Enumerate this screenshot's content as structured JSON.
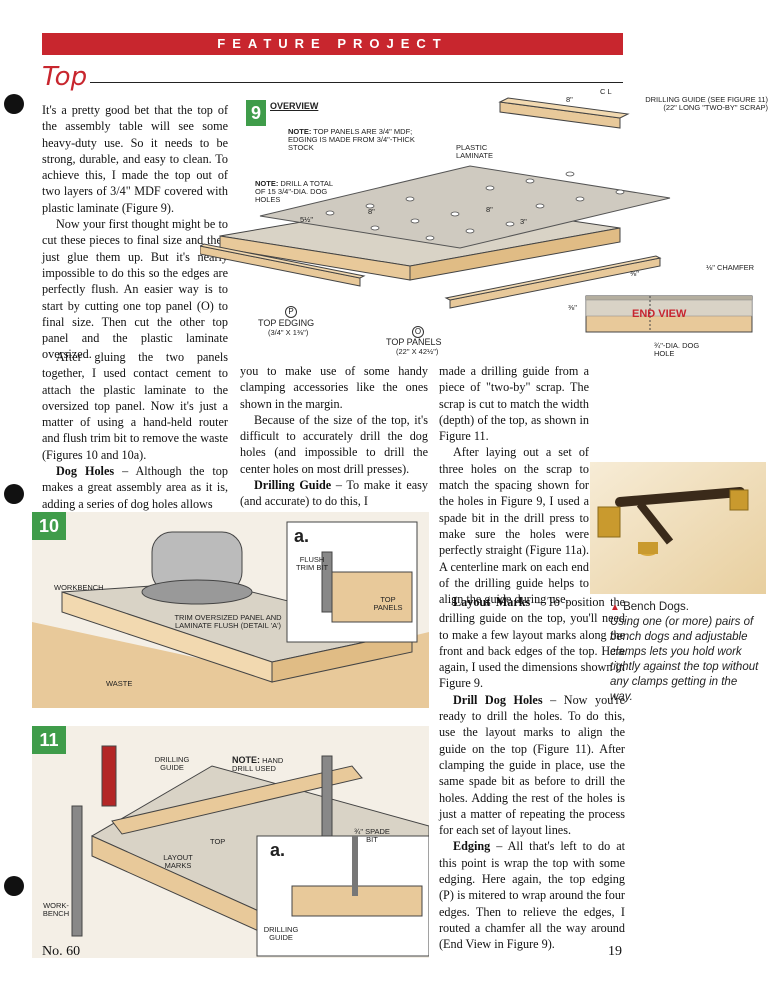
{
  "banner": "FEATURE PROJECT",
  "section_title": "Top",
  "col1": {
    "p1": "It's a pretty good bet that the top of the assembly table will see some heavy-duty use. So it needs to be strong, durable, and easy to clean. To achieve this, I made the top out of two layers of 3/4\" MDF covered with plastic laminate (Figure 9).",
    "p2": "Now your first thought might be to cut these pieces to final size and then just glue them up. But it's nearly impossible to do this so the edges are perfectly flush. An easier way is to start by cutting one top panel (O) to final size. Then cut the other top panel and the plastic laminate oversized.",
    "p3": "After gluing the two panels together, I used contact cement to attach the plastic laminate to the oversized top panel. Now it's just a matter of using a hand-held router and flush trim bit to remove the waste (Figures 10 and 10a).",
    "dog_head": "Dog Holes",
    "p4": " – Although the top makes a great assembly area as it is, adding a series of dog holes allows"
  },
  "col2": {
    "p1": "you to make use of some handy clamping accessories like the ones shown in the margin.",
    "p2": "Because of the size of the top, it's difficult to accurately drill the dog holes (and impossible to drill the center holes on most drill presses).",
    "guide_head": "Drilling Guide",
    "p3": " – To make it easy (and accurate) to do this, I"
  },
  "col3": {
    "p1": "made a drilling guide from a piece of \"two-by\" scrap. The scrap is cut to match the width (depth) of the top, as shown in Figure 11.",
    "p2": "After laying out a set of three holes on the scrap to match the spacing shown for the holes in Figure 9, I used a spade bit in the drill press to make sure the holes were perfectly straight (Figure 11a). A centerline mark on each end of the drilling guide helps to align the guide during use.",
    "layout_head": "Layout Marks",
    "p3": " – To position the drilling guide on the top, you'll need to make a few layout marks along the front and back edges of the top. Here again, I used the dimensions shown in Figure 9.",
    "drill_head": "Drill Dog Holes",
    "p4": " – Now you're ready to drill the holes. To do this, use the layout marks to align the guide on the top (Figure 11). After clamping the guide in place, use the same spade bit as before to drill the holes. Adding the rest of the holes is just a matter of repeating the process for each set of layout lines.",
    "edging_head": "Edging",
    "p5": " – All that's left to do at this point is wrap the top with some edging. Here again, the top edging (P) is mitered to wrap around the four edges. Then to relieve the edges, I routed a chamfer all the way around (End View in Figure 9)."
  },
  "caption": {
    "title": "Bench Dogs.",
    "text": "Using one (or more) pairs of bench dogs and adjustable clamps lets you hold work tightly against the top without any clamps getting in the way."
  },
  "fig9": {
    "num": "9",
    "title": "OVERVIEW",
    "note1_bold": "NOTE:",
    "note1": " TOP PANELS ARE 3/4\" MDF; EDGING IS MADE FROM 3/4\"-THICK STOCK",
    "note2_bold": "NOTE:",
    "note2": " DRILL A TOTAL OF 15 3/4\"-DIA. DOG HOLES",
    "laminate": "PLASTIC LAMINATE",
    "guide": "DRILLING GUIDE (SEE FIGURE 11) (22\" LONG \"TWO-BY\" SCRAP)",
    "dim_8a": "8\"",
    "dim_8b": "8\"",
    "dim_8c": "8\"",
    "dim_5": "5½\"",
    "dim_3": "3\"",
    "cl": "C L",
    "edging_letter": "P",
    "edging": "TOP EDGING",
    "edging_size": "(3/4\" x 1⅜\")",
    "panels_letter": "O",
    "panels": "TOP PANELS",
    "panels_size": "(22\" x 42½\")",
    "endview": "END VIEW",
    "chamfer": "⅛\" CHAMFER",
    "dim_38": "⅜\"",
    "dim_38b": "⅜\"",
    "doghole": "¾\"-DIA. DOG HOLE"
  },
  "fig10": {
    "num": "10",
    "workbench": "WORKBENCH",
    "trim": "TRIM OVERSIZED PANEL AND LAMINATE FLUSH (DETAIL 'a')",
    "waste": "WASTE",
    "a": "a.",
    "bit": "FLUSH TRIM BIT",
    "panels": "TOP PANELS"
  },
  "fig11": {
    "num": "11",
    "guide": "DRILLING GUIDE",
    "note_bold": "NOTE:",
    "note": " HAND DRILL USED",
    "top": "TOP",
    "marks": "LAYOUT MARKS",
    "bench": "WORK- BENCH",
    "a": "a.",
    "spade": "¾\" SPADE BIT",
    "guide2": "DRILLING GUIDE"
  },
  "footer": {
    "issue": "No. 60",
    "page": "19"
  }
}
